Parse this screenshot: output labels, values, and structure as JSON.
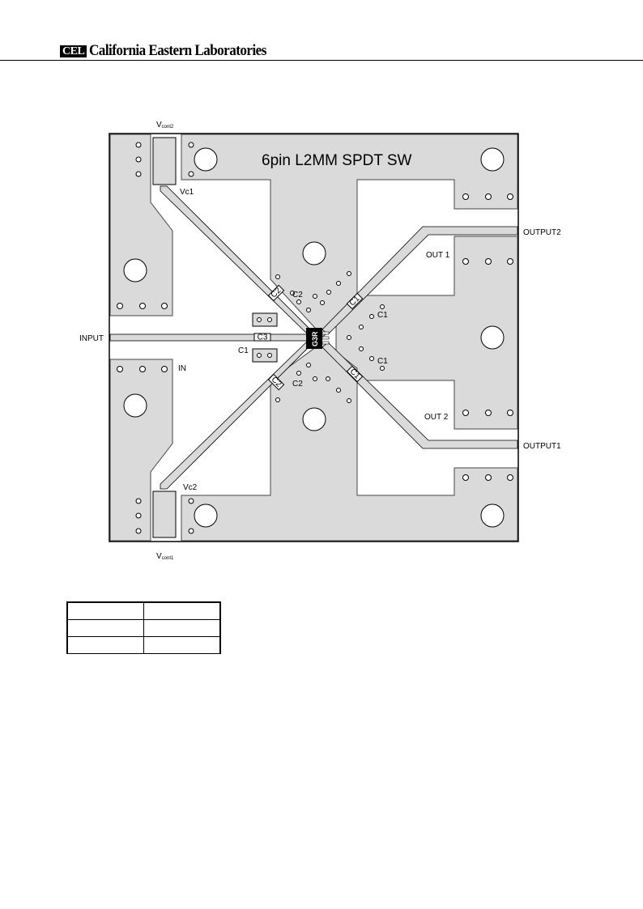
{
  "header": {
    "logo_text": "CEL",
    "company_name": "California Eastern Laboratories"
  },
  "board": {
    "title": "6pin L2MM SPDT SW",
    "chip_marking": "G3R",
    "labels": {
      "vcont2_main": "V",
      "vcont2_sub": "cont2",
      "vcont1_main": "V",
      "vcont1_sub": "cont1",
      "vc1": "Vc1",
      "vc2": "Vc2",
      "input": "INPUT",
      "in": "IN",
      "output1": "OUTPUT1",
      "output2": "OUTPUT2",
      "out1": "OUT 1",
      "out2": "OUT 2",
      "c1_left": "C1",
      "c1_right_top": "C1",
      "c1_right_bottom": "C1",
      "c2_top": "C2",
      "c2_bottom": "C2",
      "c3_cap": "C3",
      "c2_cap": "C2",
      "c1_cap": "C1"
    }
  },
  "table": {
    "rows": [
      [
        "",
        ""
      ],
      [
        "",
        ""
      ],
      [
        "",
        ""
      ]
    ]
  }
}
